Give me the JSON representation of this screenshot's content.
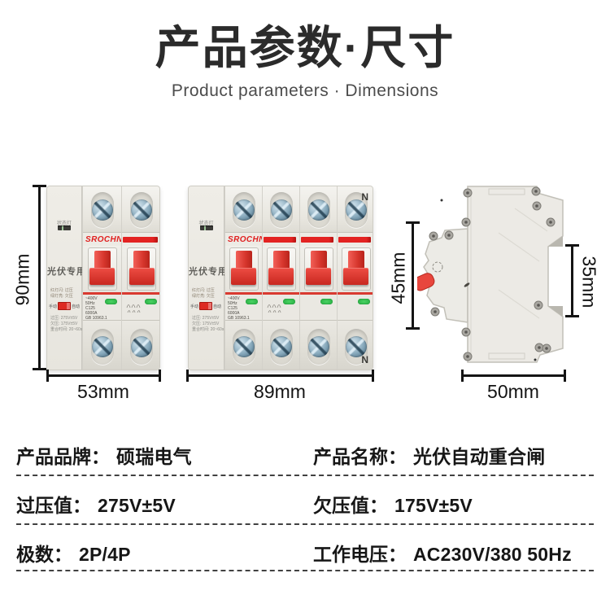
{
  "header": {
    "title": "产品参数·尺寸",
    "subtitle": "Product parameters · Dimensions"
  },
  "breaker": {
    "brand": "SROCHN",
    "status_light_label": "状态灯",
    "pv_label": "光伏专用",
    "indicator_line1": "红灯闪: 过压",
    "indicator_line2": "绿灯亮: 欠压",
    "manual_label": "手动",
    "auto_label": "自动",
    "param_line1": "过压: 275V±5V",
    "param_line2": "欠压: 175V±5V",
    "param_line3": "重合时间: 20~60s",
    "spec_lines": [
      "~400V",
      "50Hz",
      "C125",
      "6000A",
      "GB 10963.1"
    ],
    "neutral_label": "N"
  },
  "dimensions": {
    "height_front": "90mm",
    "width_2p": "53mm",
    "width_4p": "89mm",
    "side_height": "45mm",
    "rail_height": "35mm",
    "side_width": "50mm"
  },
  "spec_table": {
    "rows": [
      {
        "left_label": "产品品牌：",
        "left_value": "硕瑞电气",
        "right_label": "产品名称：",
        "right_value": "光伏自动重合闸"
      },
      {
        "left_label": "过压值：",
        "left_value": "275V±5V",
        "right_label": "欠压值：",
        "right_value": "175V±5V"
      },
      {
        "left_label": "极数：",
        "left_value": "2P/4P",
        "right_label": "工作电压：",
        "right_value": "AC230V/380 50Hz"
      }
    ]
  },
  "colors": {
    "accent_red": "#e02222",
    "led_green": "#2fb84d",
    "screw_blue": "#86a8bb"
  }
}
